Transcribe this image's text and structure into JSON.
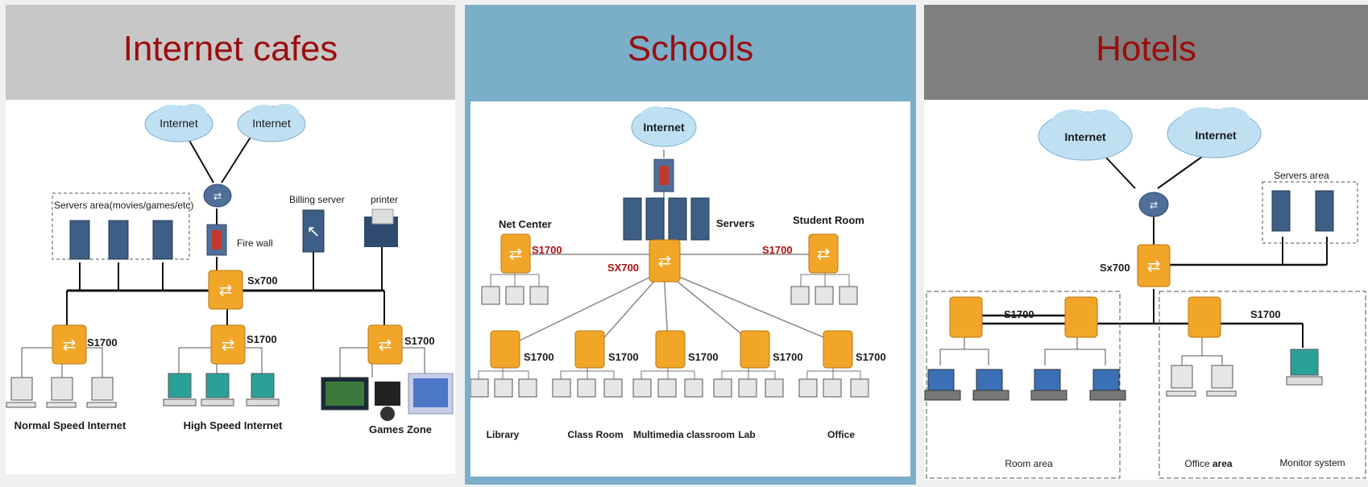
{
  "panels": [
    {
      "title": "Internet cafes",
      "clouds": [
        "Internet",
        "Internet"
      ],
      "servers_area": "Servers area(movies/games/etc)",
      "billing_server": "Billing server",
      "printer": "printer",
      "firewall": "Fire wall",
      "core_switch": "Sx700",
      "access_switches": [
        "S1700",
        "S1700",
        "S1700"
      ],
      "zones": [
        "Normal Speed Internet",
        "High Speed Internet",
        "Games Zone"
      ]
    },
    {
      "title": "Schools",
      "cloud": "Internet",
      "servers": "Servers",
      "net_center": "Net Center",
      "student_room": "Student Room",
      "core_switch": "SX700",
      "side_switches": [
        "S1700",
        "S1700"
      ],
      "access_switches": [
        "S1700",
        "S1700",
        "S1700",
        "S1700",
        "S1700"
      ],
      "rooms": [
        "Library",
        "Class Room",
        "Multimedia classroom",
        "Lab",
        "Office"
      ]
    },
    {
      "title": "Hotels",
      "clouds": [
        "Internet",
        "Internet"
      ],
      "servers_area": "Servers area",
      "core_switch": "Sx700",
      "switch_labels": [
        "S1700",
        "S1700"
      ],
      "room_area": "Room area",
      "office_area_prefix": "Office ",
      "office_area_bold": "area",
      "monitor_system": "Monitor system"
    }
  ],
  "colors": {
    "title_red": "#9b0d0d",
    "switch_orange": "#f2a628",
    "server_blue": "#3d5f86",
    "cloud_blue": "#bfe0f3",
    "s1700_red": "#b01010"
  }
}
